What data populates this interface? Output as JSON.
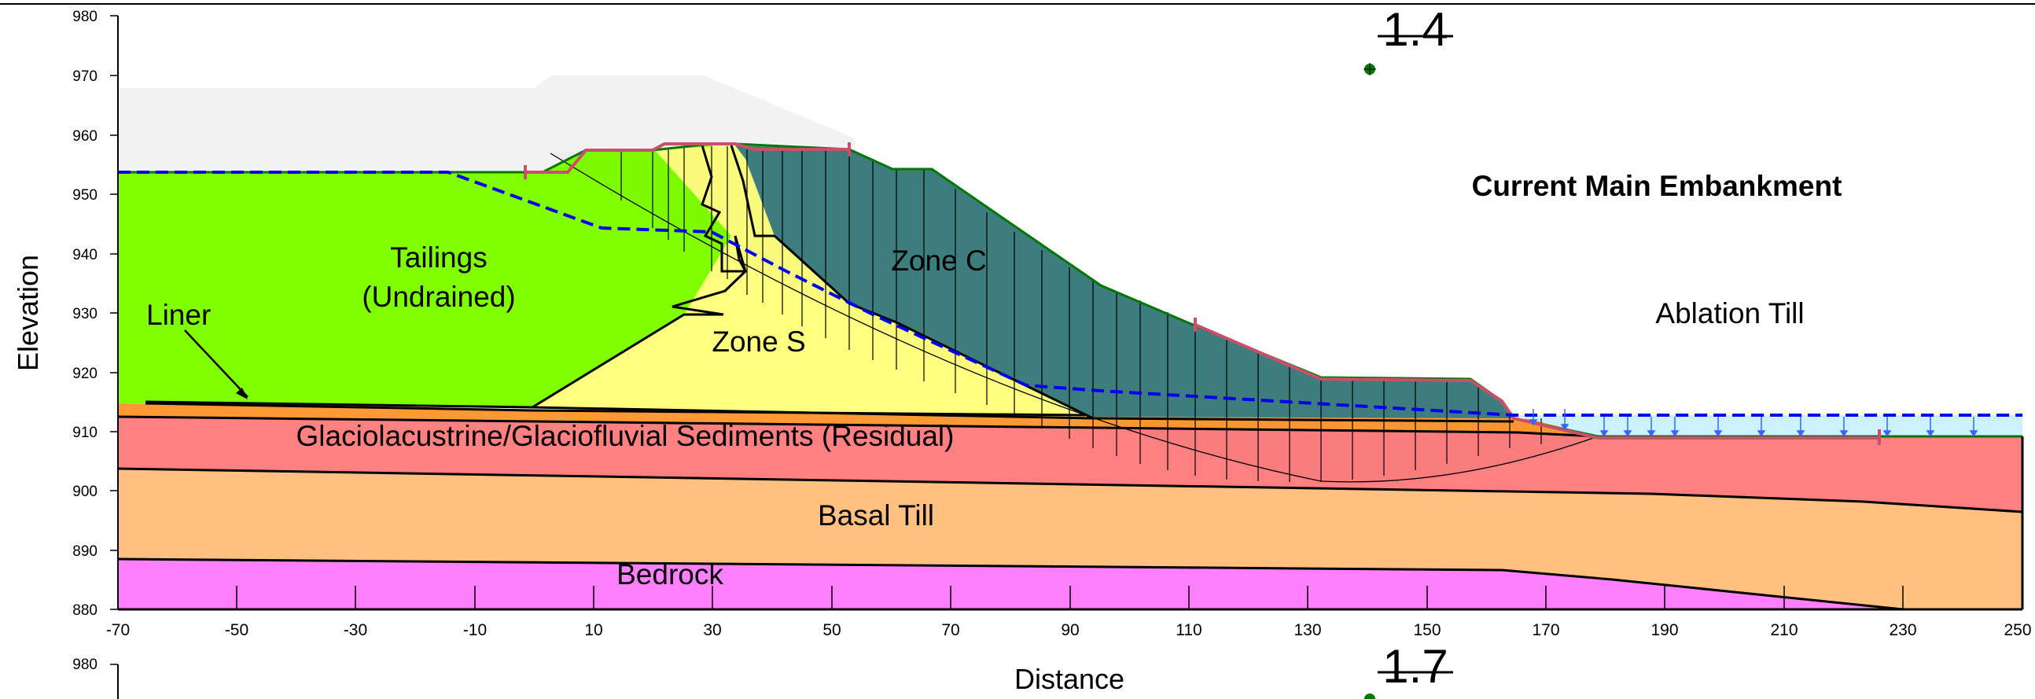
{
  "panel_1": {
    "title": "Current Main Embankment",
    "factor_of_safety": "1.4",
    "axes": {
      "xlabel": "Distance",
      "ylabel": "Elevation",
      "x_ticks": [
        "-70",
        "-50",
        "-30",
        "-10",
        "10",
        "30",
        "50",
        "70",
        "90",
        "110",
        "130",
        "150",
        "170",
        "190",
        "210",
        "230",
        "250"
      ],
      "y_ticks": [
        "880",
        "890",
        "900",
        "910",
        "920",
        "930",
        "940",
        "950",
        "960",
        "970",
        "980"
      ]
    },
    "materials": {
      "tailings_line1": "Tailings",
      "tailings_line2": "(Undrained)",
      "liner": "Liner",
      "zone_c": "Zone C",
      "zone_s": "Zone S",
      "ablation_till": "Ablation Till",
      "glacio": "Glaciolacustrine/Glaciofluvial Sediments (Residual)",
      "basal_till": "Basal Till",
      "bedrock": "Bedrock"
    },
    "colors": {
      "tailings": "#80FF00",
      "zone_c": "#408080",
      "zone_s": "#FFFF80",
      "glacio": "#FF8080",
      "basal_till": "#FFC080",
      "bedrock": "#FF80FF",
      "orange_layer": "#FF9933",
      "water_zone": "#CCF2FF",
      "phreatic": "#0000EE",
      "slip_surface": "#C8506A",
      "grey_fill": "#F2F2F2"
    }
  },
  "panel_2": {
    "factor_of_safety": "1.7",
    "y_tick_top": "980"
  }
}
